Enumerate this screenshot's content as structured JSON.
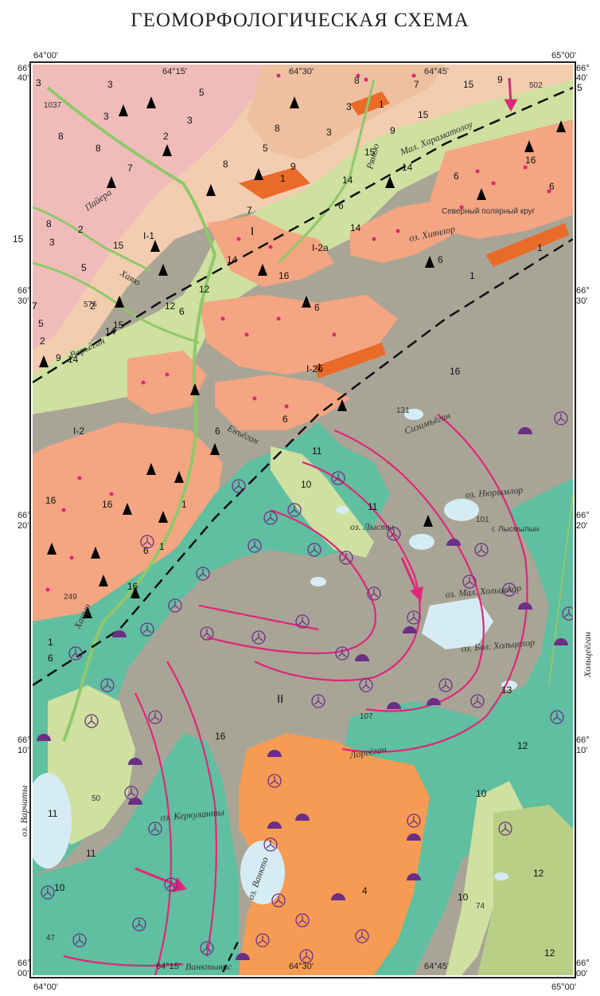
{
  "title": "ГЕОМОРФОЛОГИЧЕСКАЯ СХЕМА",
  "colors": {
    "gray_plain": "#a9a596",
    "salmon": "#f4a582",
    "orange": "#f59b53",
    "teal": "#5fbfa0",
    "light_green": "#cfe0a0",
    "olive_green": "#b9cf86",
    "lake": "#d6ecf5",
    "magenta": "#e0267a",
    "purple": "#6b2f86",
    "mountain_bg": "#f3cdb0"
  },
  "coords": {
    "top": [
      "64°00'",
      "64°15'",
      "64°30'",
      "64°45'",
      "65°00'"
    ],
    "bottom": [
      "64°00'",
      "64°15'",
      "64°30'",
      "64°45'",
      "65°00'"
    ],
    "left": [
      {
        "deg": "66°",
        "min": "40'"
      },
      {
        "deg": "66°",
        "min": "30'"
      },
      {
        "deg": "66°",
        "min": "20'"
      },
      {
        "deg": "66°",
        "min": "10'"
      },
      {
        "deg": "66°",
        "min": "00'"
      }
    ],
    "right": [
      {
        "deg": "66°",
        "min": "40'"
      },
      {
        "deg": "66°",
        "min": "30'"
      },
      {
        "deg": "66°",
        "min": "20'"
      },
      {
        "deg": "66°",
        "min": "10'"
      },
      {
        "deg": "66°",
        "min": "00'"
      }
    ]
  },
  "place_names": {
    "mal_kharamatolou": "Мал. Хараматолоу",
    "polar_circle": "Северный полярный круг",
    "oz_khiyanlor": "оз. Хиянлор",
    "palyera": "Пайера",
    "khaya": "Хаяю",
    "sizimyegan": "Сизимъёган",
    "oz_nyurymlor": "оз. Нюрымлор",
    "g_lysmylyn": "г. Лысмылын",
    "oz_lysty": "оз. Лысты",
    "oz_mal_kholtslor": "оз. Мал. Хольцелор",
    "oz_bol_kholtslor": "оз. Бол. Хольцелор",
    "kholtseegan": "Хольцеёган",
    "oz_varchaty": "оз. Варчаты",
    "oz_kerkulanty": "оз. Керкуланты",
    "oz_vankto": "оз. Ванкто",
    "vanktyvis": "Ванктывис",
    "khanyu": "Ханью",
    "ryanyu": "Рянью",
    "yenyogan": "Енъёган",
    "lorgegan": "Лоргёган",
    "varyegan": "Варьёган"
  },
  "zones": {
    "I": "I",
    "I_1": "I-1",
    "I_2": "I-2",
    "I_2a": "I-2а",
    "I_2b": "I-2б",
    "II": "II"
  },
  "elevations": [
    "131",
    "101",
    "107",
    "249",
    "50",
    "47",
    "74",
    "502",
    "1037",
    "576"
  ],
  "unit_numbers": {
    "n1": "1",
    "n2": "2",
    "n3": "3",
    "n4": "4",
    "n5": "5",
    "n6": "6",
    "n7": "7",
    "n8": "8",
    "n9": "9",
    "n10": "10",
    "n11": "11",
    "n12": "12",
    "n13": "13",
    "n14": "14",
    "n15": "15",
    "n16": "16"
  },
  "symbols": {
    "triangle": "mountain-peak",
    "circle_tripod": "karst-sinkhole",
    "half_disk": "thermokarst-pit",
    "arrow": "glacier-flow-arrow"
  }
}
